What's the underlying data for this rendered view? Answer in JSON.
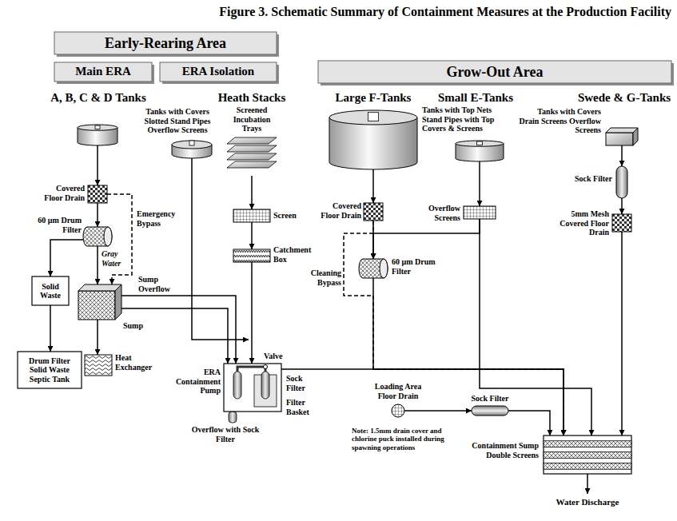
{
  "diagram": {
    "title": "Figure 3. Schematic Summary of Containment Measures at the Production Facility",
    "nodes": [
      {
        "text": [
          "Early-Rearing Area"
        ]
      },
      {
        "text": [
          "Main ERA"
        ]
      },
      {
        "text": [
          "ERA Isolation"
        ]
      },
      {
        "text": [
          "Grow-Out Area"
        ]
      },
      {
        "text": [
          "A, B, C & D Tanks",
          "Tanks with Covers Slotted Stand Pipes Overflow Screens"
        ]
      },
      {
        "text": [
          "Heath Stacks",
          "Screened Incubation Trays"
        ]
      },
      {
        "text": [
          "Covered Floor Drain"
        ]
      },
      {
        "text": [
          "60 µm Drum Filter"
        ]
      },
      {
        "text": [
          "Solid Waste"
        ]
      },
      {
        "text": [
          "Drum Filter Solid Waste Septic Tank"
        ]
      },
      {
        "text": [
          "Sump"
        ]
      },
      {
        "text": [
          "Heat Exchanger"
        ]
      },
      {
        "text": [
          "Screen"
        ]
      },
      {
        "text": [
          "Catchment Box"
        ]
      },
      {
        "text": [
          "ERA Containment Pump"
        ]
      },
      {
        "text": [
          "Large F-Tanks",
          "Tanks with Top Nets Stand Pipes with Top Covers & Screens"
        ]
      },
      {
        "text": [
          "Covered Floor Drain"
        ]
      },
      {
        "text": [
          "60 µm Drum Filter"
        ]
      },
      {
        "text": [
          "Small E-Tanks"
        ]
      },
      {
        "text": [
          "Overflow Screens"
        ]
      },
      {
        "text": [
          "Swede & G-Tanks",
          "Tanks with Covers Drain Screens Overflow Screens"
        ]
      },
      {
        "text": [
          "Sock Filter"
        ]
      },
      {
        "text": [
          "5mm Mesh Covered Floor Drain"
        ]
      },
      {
        "text": [
          "Loading Area Floor Drain"
        ]
      },
      {
        "text": [
          "Sock Filter"
        ]
      },
      {
        "text": [
          "Containment Sump Double Screens"
        ]
      }
    ],
    "edges": [
      {
        "from": 4,
        "to": 6,
        "arrow": "to"
      },
      {
        "from": 6,
        "to": 7,
        "arrow": "to"
      },
      {
        "from": 6,
        "to": 10,
        "label": "Emergency Bypass",
        "arrow": "to"
      },
      {
        "from": 7,
        "to": 8,
        "arrow": "to"
      },
      {
        "from": 8,
        "to": 9,
        "arrow": "to"
      },
      {
        "from": 7,
        "to": 10,
        "arrow": "to"
      },
      {
        "from": 10,
        "to": 11,
        "arrow": "to"
      },
      {
        "from": 10,
        "to": 14,
        "label": "Sump Overflow",
        "arrow": "to"
      },
      {
        "from": 10,
        "to": 14,
        "arrow": "to"
      },
      {
        "from": 5,
        "to": 12,
        "arrow": "to"
      },
      {
        "from": 12,
        "to": 13,
        "arrow": "to"
      },
      {
        "from": 13,
        "to": 14,
        "arrow": "to"
      },
      {
        "from": 14,
        "to": 25,
        "arrow": "to"
      },
      {
        "from": 15,
        "to": 16,
        "arrow": "to"
      },
      {
        "from": 16,
        "to": 17,
        "arrow": "to"
      },
      {
        "from": 16,
        "to": 25,
        "label": "Cleaning Bypass",
        "arrow": "to"
      },
      {
        "from": 17,
        "to": 25,
        "arrow": "to"
      },
      {
        "from": 18,
        "to": 19,
        "arrow": "to"
      },
      {
        "from": 19,
        "to": 17,
        "arrow": "to"
      },
      {
        "from": 19,
        "to": 25,
        "arrow": "to"
      },
      {
        "from": 20,
        "to": 21,
        "arrow": "to"
      },
      {
        "from": 21,
        "to": 22,
        "arrow": "to"
      },
      {
        "from": 22,
        "to": 25,
        "arrow": "to"
      },
      {
        "from": 23,
        "to": 24,
        "arrow": "to"
      },
      {
        "from": 24,
        "to": 25,
        "arrow": "to"
      }
    ],
    "labels": [
      "Gray Water",
      "Valve",
      "Sock Filter",
      "Filter Basket",
      "Overflow with Sock Filter",
      "Note: 1.5mm drain cover and chlorine puck installed during spawning operations",
      "Water Discharge"
    ]
  }
}
